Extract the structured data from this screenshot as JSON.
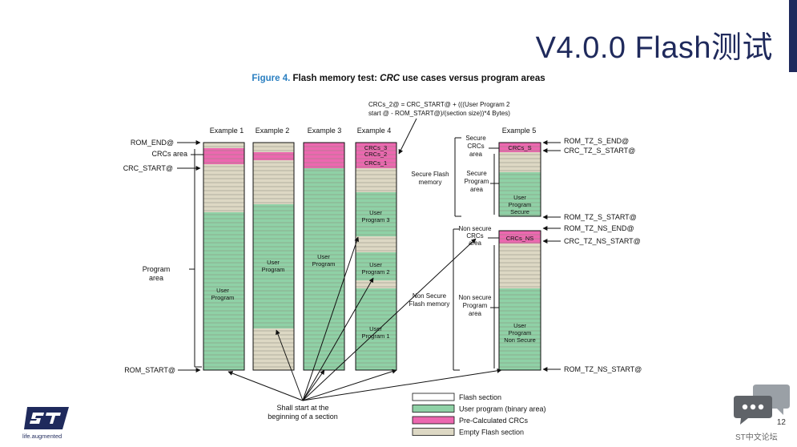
{
  "slide": {
    "title": "V4.0.0 Flash测试",
    "page_number": "12",
    "tagline": "life.augmented",
    "forum_name": "ST中文论坛"
  },
  "figure": {
    "caption_number": "Figure 4.",
    "caption_pre": " Flash memory test: ",
    "caption_italic": "CRC",
    "caption_post": " use cases versus program areas",
    "formula_line1": "CRCs_2@ = CRC_START@ + (((User Program 2",
    "formula_line2": "start @ - ROM_START@)/(section size))*4 Bytes)",
    "column_titles": [
      "Example 1",
      "Example 2",
      "Example 3",
      "Example 4",
      "Example 5"
    ],
    "left_labels": {
      "rom_end": "ROM_END@",
      "crcs_area": "CRCs area",
      "crc_start": "CRC_START@",
      "program_area": [
        "Program",
        "area"
      ],
      "rom_start": "ROM_START@"
    },
    "block_labels": {
      "user_program": [
        "User",
        "Program"
      ],
      "user_program_3": [
        "User",
        "Program 3"
      ],
      "user_program_2": [
        "User",
        "Program 2"
      ],
      "user_program_1": [
        "User",
        "Program 1"
      ],
      "user_program_secure": [
        "User",
        "Program",
        "Secure"
      ],
      "user_program_non_secure": [
        "User",
        "Program",
        "Non Secure"
      ],
      "crcs_3": "CRCs_3",
      "crcs_2": "CRCs_2",
      "crcs_1": "CRCs_1",
      "crcs_s": "CRCs_S",
      "crcs_ns": "CRCs_NS"
    },
    "example5_labels": {
      "secure_crcs_area": [
        "Secure",
        "CRCs",
        "area"
      ],
      "secure_flash_memory": [
        "Secure Flash",
        "memory"
      ],
      "secure_program_area": [
        "Secure",
        "Program",
        "area"
      ],
      "non_secure_crcs_area": [
        "Non secure",
        "CRCs",
        "area"
      ],
      "non_secure_flash_memory": [
        "Non Secure",
        "Flash memory"
      ],
      "non_secure_program_area": [
        "Non secure",
        "Program",
        "area"
      ]
    },
    "right_labels": {
      "rom_tz_s_end": "ROM_TZ_S_END@",
      "crc_tz_s_start": "CRC_TZ_S_START@",
      "rom_tz_s_start": "ROM_TZ_S_START@",
      "rom_tz_ns_end": "ROM_TZ_NS_END@",
      "crc_tz_ns_start": "CRC_TZ_NS_START@",
      "rom_tz_ns_start": "ROM_TZ_NS_START@"
    },
    "note": [
      "Shall start at the",
      "beginning of a section"
    ],
    "legend": [
      {
        "label": "Flash section",
        "color": "#ffffff"
      },
      {
        "label": "User program (binary area)",
        "color": "#8fd1a6"
      },
      {
        "label": "Pre-Calculated CRCs",
        "color": "#ec68b0"
      },
      {
        "label": "Empty Flash section",
        "color": "#ddd8c4"
      }
    ],
    "colors": {
      "user_program": "#8fd1a6",
      "crcs": "#ec68b0",
      "empty": "#ddd8c4",
      "accent": "#1f2a5c",
      "caption_number": "#2a7fc1"
    }
  }
}
